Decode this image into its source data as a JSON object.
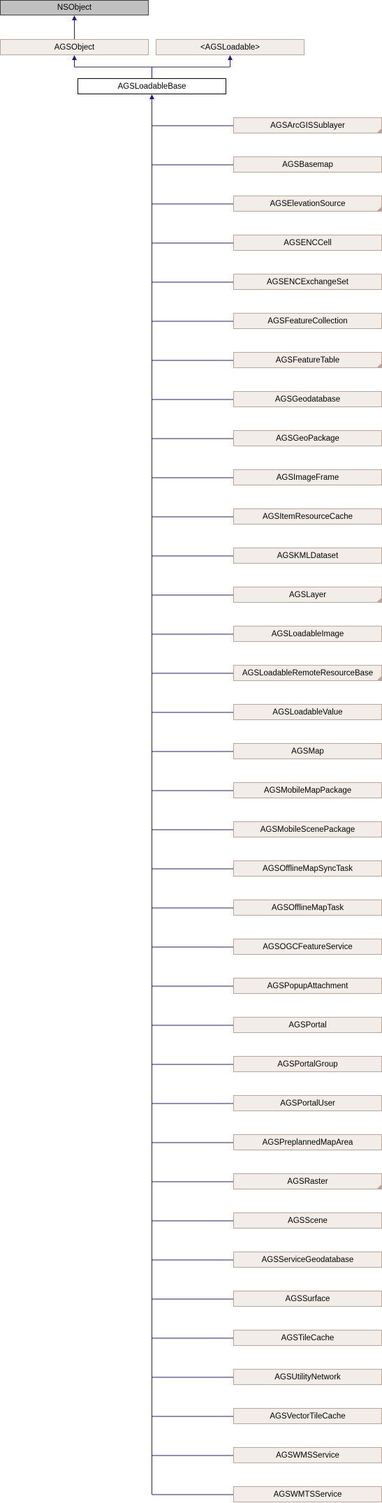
{
  "colors": {
    "edge": "#1c1c8c",
    "root_fill": "#c0c0c0",
    "parent_fill": "#f2ede8",
    "current_fill": "#ffffff"
  },
  "root": {
    "label": "NSObject"
  },
  "parents": [
    {
      "label": "AGSObject"
    },
    {
      "label": "<AGSLoadable>"
    }
  ],
  "current": {
    "label": "AGSLoadableBase"
  },
  "subclasses": [
    {
      "label": "AGSArcGISSublayer",
      "has_more": true
    },
    {
      "label": "AGSBasemap",
      "has_more": false
    },
    {
      "label": "AGSElevationSource",
      "has_more": true
    },
    {
      "label": "AGSENCCell",
      "has_more": false
    },
    {
      "label": "AGSENCExchangeSet",
      "has_more": false
    },
    {
      "label": "AGSFeatureCollection",
      "has_more": false
    },
    {
      "label": "AGSFeatureTable",
      "has_more": true
    },
    {
      "label": "AGSGeodatabase",
      "has_more": false
    },
    {
      "label": "AGSGeoPackage",
      "has_more": false
    },
    {
      "label": "AGSImageFrame",
      "has_more": false
    },
    {
      "label": "AGSItemResourceCache",
      "has_more": false
    },
    {
      "label": "AGSKMLDataset",
      "has_more": false
    },
    {
      "label": "AGSLayer",
      "has_more": true
    },
    {
      "label": "AGSLoadableImage",
      "has_more": false
    },
    {
      "label": "AGSLoadableRemoteResourceBase",
      "has_more": true
    },
    {
      "label": "AGSLoadableValue",
      "has_more": false
    },
    {
      "label": "AGSMap",
      "has_more": false
    },
    {
      "label": "AGSMobileMapPackage",
      "has_more": false
    },
    {
      "label": "AGSMobileScenePackage",
      "has_more": false
    },
    {
      "label": "AGSOfflineMapSyncTask",
      "has_more": false
    },
    {
      "label": "AGSOfflineMapTask",
      "has_more": false
    },
    {
      "label": "AGSOGCFeatureService",
      "has_more": false
    },
    {
      "label": "AGSPopupAttachment",
      "has_more": false
    },
    {
      "label": "AGSPortal",
      "has_more": false
    },
    {
      "label": "AGSPortalGroup",
      "has_more": false
    },
    {
      "label": "AGSPortalUser",
      "has_more": false
    },
    {
      "label": "AGSPreplannedMapArea",
      "has_more": false
    },
    {
      "label": "AGSRaster",
      "has_more": true
    },
    {
      "label": "AGSScene",
      "has_more": false
    },
    {
      "label": "AGSServiceGeodatabase",
      "has_more": false
    },
    {
      "label": "AGSSurface",
      "has_more": false
    },
    {
      "label": "AGSTileCache",
      "has_more": false
    },
    {
      "label": "AGSUtilityNetwork",
      "has_more": false
    },
    {
      "label": "AGSVectorTileCache",
      "has_more": false
    },
    {
      "label": "AGSWMSService",
      "has_more": false
    },
    {
      "label": "AGSWMTSService",
      "has_more": false
    }
  ]
}
